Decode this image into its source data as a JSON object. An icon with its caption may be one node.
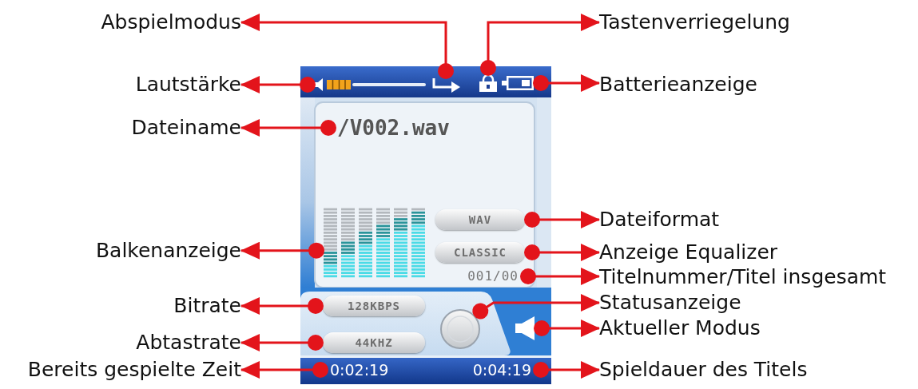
{
  "diagram": {
    "nodes": [
      {
        "text": [
          "Abspielmodus"
        ]
      },
      {
        "text": [
          "Tastenverriegelung"
        ]
      },
      {
        "text": [
          "Lautstärke"
        ]
      },
      {
        "text": [
          "Batterieanzeige"
        ]
      },
      {
        "text": [
          "Dateiname"
        ]
      },
      {
        "text": [
          "Dateiformat"
        ]
      },
      {
        "text": [
          "Balkenanzeige"
        ]
      },
      {
        "text": [
          "Anzeige Equalizer"
        ]
      },
      {
        "text": [
          "Titelnummer/Titel insgesamt"
        ]
      },
      {
        "text": [
          "Bitrate"
        ]
      },
      {
        "text": [
          "Statusanzeige"
        ]
      },
      {
        "text": [
          "Aktueller Modus"
        ]
      },
      {
        "text": [
          "Abtastrate"
        ]
      },
      {
        "text": [
          "Bereits gespielte Zeit"
        ]
      },
      {
        "text": [
          "Spieldauer des Titels"
        ]
      },
      {
        "text": [],
        "shape": "bar"
      },
      {
        "text": [],
        "shape": "picture"
      },
      {
        "text": [],
        "shape": "picture"
      },
      {
        "text": [],
        "shape": "picture"
      },
      {
        "text": [
          "/V002.wav"
        ]
      },
      {
        "text": [
          "WAV"
        ]
      },
      {
        "text": [],
        "shape": "picture"
      },
      {
        "text": [
          "CLASSIC"
        ]
      },
      {
        "text": [
          "001/00"
        ]
      },
      {
        "text": [
          "128KBPS"
        ]
      },
      {
        "text": [],
        "shape": "circle"
      },
      {
        "text": [],
        "shape": "picture"
      },
      {
        "text": [
          "44KHZ"
        ]
      },
      {
        "text": [
          "0:02:19"
        ]
      },
      {
        "text": [
          "0:04:19"
        ]
      }
    ],
    "edges": [
      {
        "from": 16,
        "to": 0,
        "arrow": "to"
      },
      {
        "from": 17,
        "to": 1,
        "arrow": "to"
      },
      {
        "from": 15,
        "to": 2,
        "arrow": "to"
      },
      {
        "from": 18,
        "to": 3,
        "arrow": "to"
      },
      {
        "from": 19,
        "to": 4,
        "arrow": "to"
      },
      {
        "from": 20,
        "to": 5,
        "arrow": "to"
      },
      {
        "from": 21,
        "to": 6,
        "arrow": "to"
      },
      {
        "from": 22,
        "to": 7,
        "arrow": "to"
      },
      {
        "from": 23,
        "to": 8,
        "arrow": "to"
      },
      {
        "from": 24,
        "to": 9,
        "arrow": "to"
      },
      {
        "from": 25,
        "to": 10,
        "arrow": "to"
      },
      {
        "from": 26,
        "to": 11,
        "arrow": "to"
      },
      {
        "from": 27,
        "to": 12,
        "arrow": "to"
      },
      {
        "from": 28,
        "to": 13,
        "arrow": "to"
      },
      {
        "from": 29,
        "to": 14,
        "arrow": "to"
      }
    ]
  }
}
